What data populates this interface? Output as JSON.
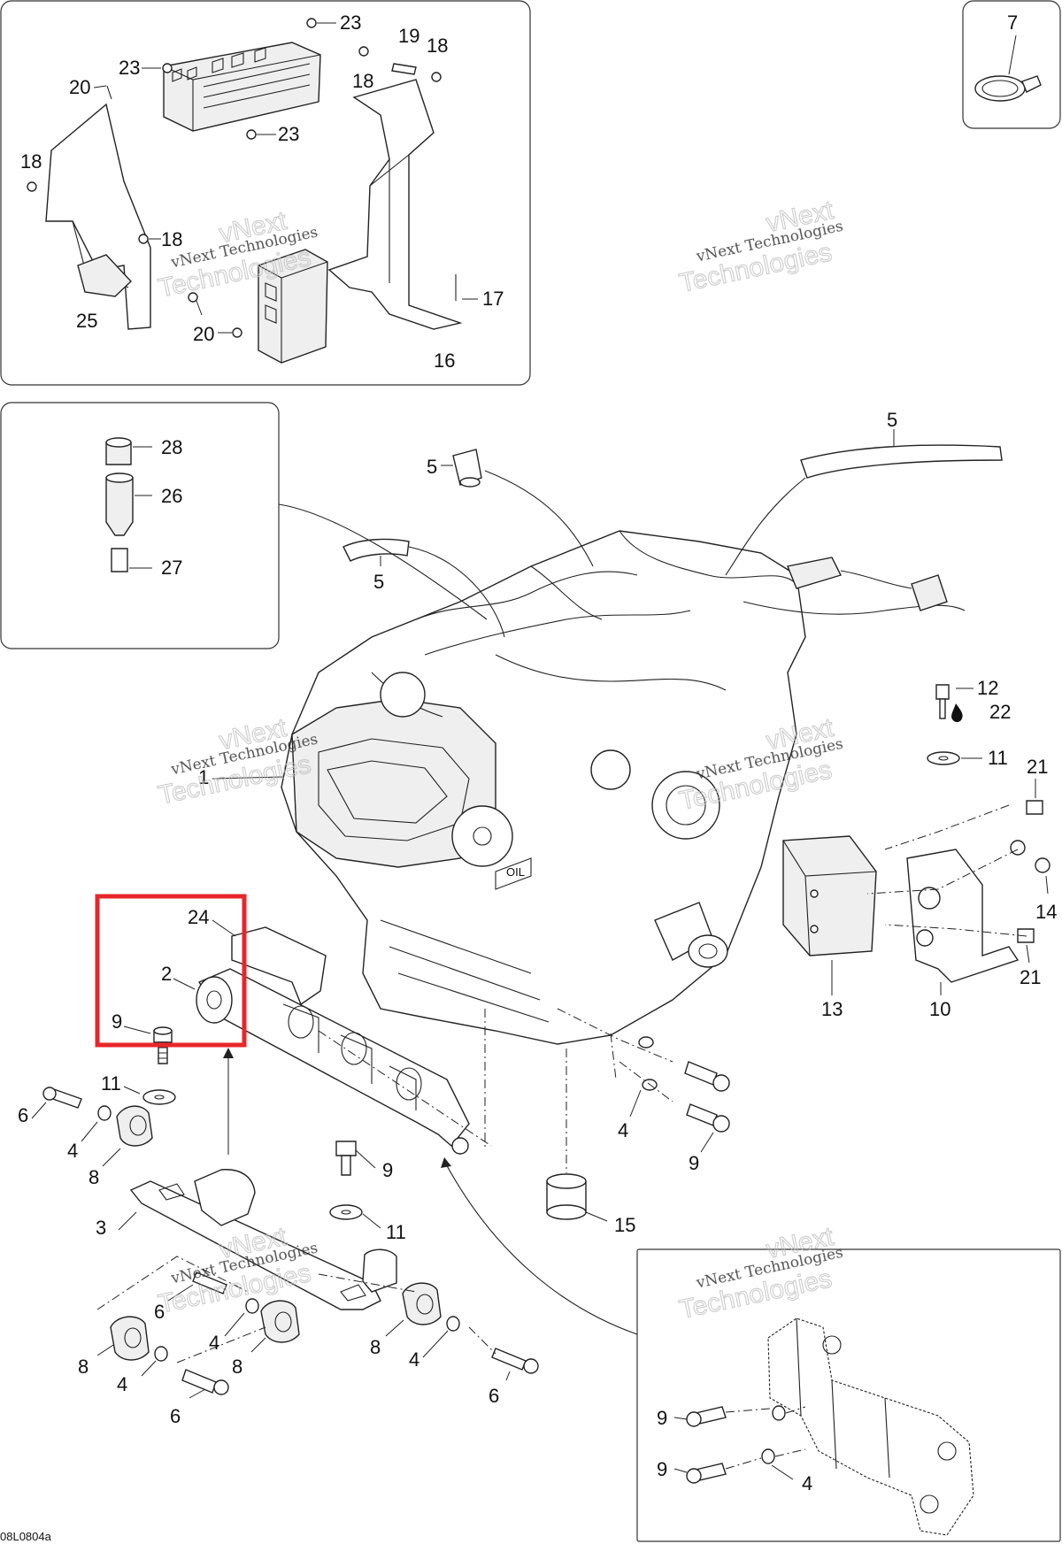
{
  "diagram": {
    "drawing_code": "08L0804a",
    "highlight_color": "#e8262a",
    "watermark": {
      "line1": "vNext Technologies",
      "line2": "vNext",
      "line3": "Technologies"
    },
    "callouts": {
      "c1": "1",
      "c2": "2",
      "c3": "3",
      "c4": "4",
      "c5": "5",
      "c6": "6",
      "c7": "7",
      "c8": "8",
      "c9": "9",
      "c10": "10",
      "c11": "11",
      "c12": "12",
      "c13": "13",
      "c14": "14",
      "c15": "15",
      "c16": "16",
      "c17": "17",
      "c18": "18",
      "c19": "19",
      "c20": "20",
      "c21": "21",
      "c22": "22",
      "c23": "23",
      "c24": "24",
      "c25": "25",
      "c26": "26",
      "c27": "27",
      "c28": "28"
    }
  }
}
